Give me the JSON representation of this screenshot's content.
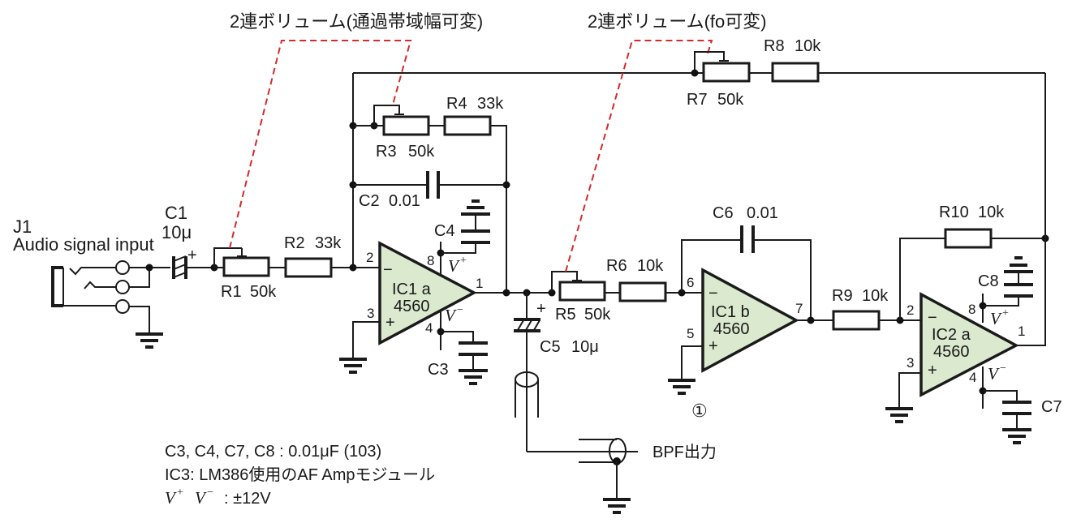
{
  "title": "2-op-amp band-pass filter (BPF) schematic",
  "colors": {
    "wire": "#1a1a1a",
    "opamp_fill": "#dbe9cf",
    "gang_link": "#d42a2a"
  },
  "annotations": {
    "gang_bandwidth": "2連ボリューム(通過帯域幅可変)",
    "gang_fo": "2連ボリューム(fo可変)",
    "circled_one": "①",
    "output_label": "BPF出力"
  },
  "connectors": {
    "j1_ref": "J1",
    "j1_desc": "Audio signal input"
  },
  "components": {
    "C1": {
      "ref": "C1",
      "value": "10μ",
      "polarity": "+"
    },
    "R1": {
      "ref": "R1",
      "value": "50k"
    },
    "R2": {
      "ref": "R2",
      "value": "33k"
    },
    "R3": {
      "ref": "R3",
      "value": "50k"
    },
    "R4": {
      "ref": "R4",
      "value": "33k"
    },
    "C2": {
      "ref": "C2",
      "value": "0.01"
    },
    "C3": {
      "ref": "C3"
    },
    "C4": {
      "ref": "C4"
    },
    "C5": {
      "ref": "C5",
      "value": "10μ",
      "polarity": "+"
    },
    "R5": {
      "ref": "R5",
      "value": "50k"
    },
    "R6": {
      "ref": "R6",
      "value": "10k"
    },
    "C6": {
      "ref": "C6",
      "value": "0.01"
    },
    "R7": {
      "ref": "R7",
      "value": "50k"
    },
    "R8": {
      "ref": "R8",
      "value": "10k"
    },
    "R9": {
      "ref": "R9",
      "value": "10k"
    },
    "R10": {
      "ref": "R10",
      "value": "10k"
    },
    "C7": {
      "ref": "C7"
    },
    "C8": {
      "ref": "C8"
    }
  },
  "opamps": [
    {
      "name": "IC1 a",
      "part": "4560",
      "pins": {
        "inv": "2",
        "noninv": "3",
        "out": "1",
        "vp": "8",
        "vn": "4"
      }
    },
    {
      "name": "IC1 b",
      "part": "4560",
      "pins": {
        "inv": "6",
        "noninv": "5",
        "out": "7"
      }
    },
    {
      "name": "IC2 a",
      "part": "4560",
      "pins": {
        "inv": "2",
        "noninv": "3",
        "out": "1",
        "vp": "8",
        "vn": "4"
      }
    }
  ],
  "supply": {
    "vplus": "V",
    "vplus_sup": "+",
    "vminus": "V",
    "vminus_sup": "−"
  },
  "signs": {
    "minus": "−",
    "plus": "+"
  },
  "notes": {
    "line1": "C3, C4, C7, C8 : 0.01μF (103)",
    "line2": "IC3: LM386使用のAF Ampモジュール",
    "line3_v1": "V",
    "line3_s1": "+",
    "line3_v2": "V",
    "line3_s2": "−",
    "line3_rest": " : ±12V"
  }
}
